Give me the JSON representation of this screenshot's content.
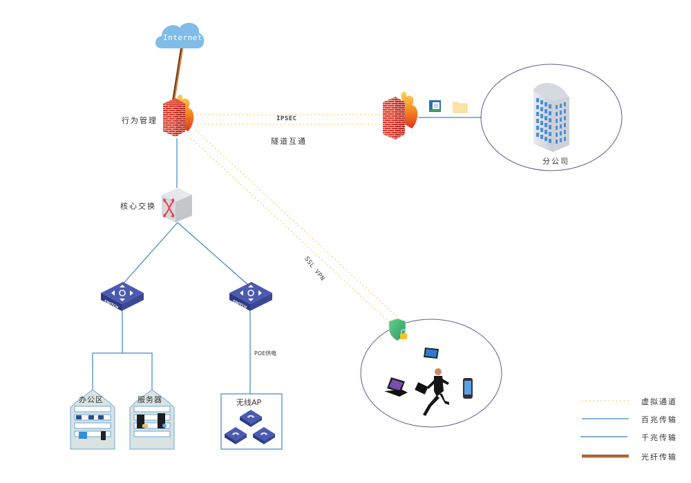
{
  "diagram": {
    "title": "Network Topology",
    "nodes": {
      "internet": {
        "label": "Internet"
      },
      "hq_firewall": {
        "label": "行为管理"
      },
      "core_switch": {
        "label": "核心交换"
      },
      "branch_firewall": {
        "label": ""
      },
      "branch_office": {
        "label": "分公司"
      },
      "switch_left": {
        "label": "SWITCH"
      },
      "switch_right": {
        "label": "SWITCH"
      },
      "office_area": {
        "label": "办公区"
      },
      "server_area": {
        "label": "服务器"
      },
      "wireless_ap": {
        "label": "无线AP"
      },
      "mobile_users": {
        "label": ""
      }
    },
    "links": {
      "ipsec_label": "IPSEC",
      "tunnel_label": "隧道互通",
      "ssl_vpn_label": "SSL VPN",
      "poe_label": "POE供电"
    },
    "legend": [
      {
        "label": "虚拟通道",
        "style": "dotted",
        "color": "#f5c242"
      },
      {
        "label": "百兆传输",
        "style": "solid",
        "color": "#3a86c8"
      },
      {
        "label": "千兆传输",
        "style": "solid",
        "color": "#2f7dbf"
      },
      {
        "label": "光纤传输",
        "style": "thick",
        "color": "#d9772b"
      }
    ],
    "colors": {
      "virtual": "#f5c242",
      "ethernet": "#3a86c8",
      "fiber": "#d9772b",
      "fiber_dark": "#6b3a1a",
      "cloud": "#7fbce8",
      "ellipse": "#5a5f8a",
      "switch_blue": "#3b4a9a"
    }
  }
}
